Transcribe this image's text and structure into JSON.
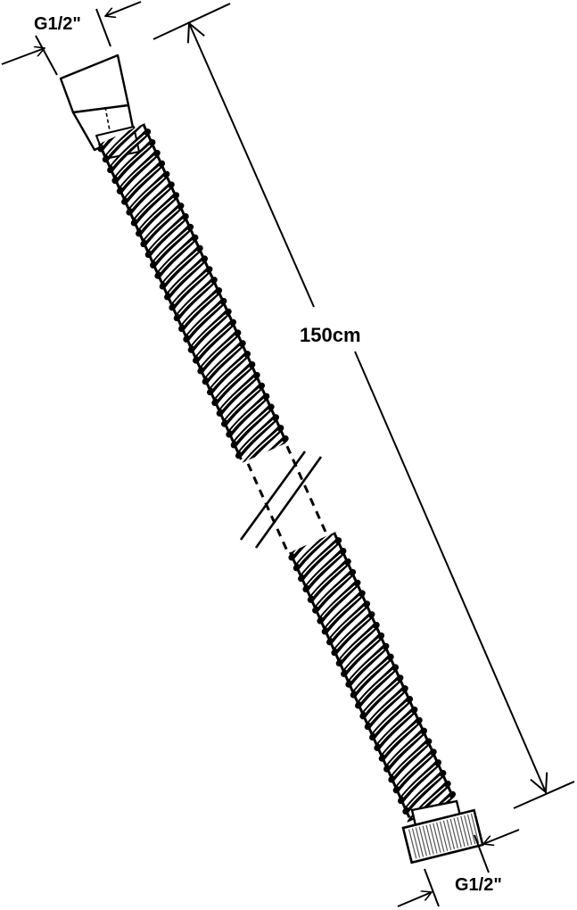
{
  "labels": {
    "top_thread": "G1/2\"",
    "length": "150cm",
    "bottom_thread": "G1/2\""
  },
  "colors": {
    "line": "#000000",
    "background": "#ffffff",
    "knurl": "#555555"
  },
  "icons": {
    "hose": "spiral-hose-icon",
    "top_nut": "hex-nut-icon",
    "bottom_nut": "knurled-nut-icon",
    "break": "break-mark-icon"
  }
}
